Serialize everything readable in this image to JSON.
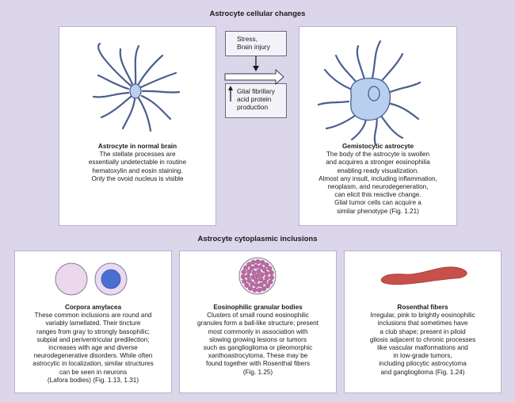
{
  "colors": {
    "background": "#dcd6eb",
    "cell_body": "#b9cff0",
    "cell_outline": "#4a5f8f",
    "corpora_fill": "#ecd8ec",
    "corpora_nucleus": "#4a6fd0",
    "granule": "#b86aa0",
    "rosenthal": "#c8504a"
  },
  "top_title": "Astrocyte cellular changes",
  "normal": {
    "head": "Astrocyte in normal brain",
    "lines": [
      "The stellate processes are",
      "essentially undetectable in routine",
      "hematoxylin and eosin staining.",
      "Only the ovoid nucleus is visible"
    ]
  },
  "flow": {
    "stress_lines": [
      "Stress,",
      "Brain injury"
    ],
    "gfap_lines": [
      "Glial fibrillary",
      "acid protein",
      "production"
    ]
  },
  "gemistocytic": {
    "head": "Gemistocytic astrocyte",
    "lines": [
      "The body of the astrocyte is swollen",
      "and acquires a stronger eosinophilia",
      "enabling ready visualization.",
      "Almost any insult, including inflammation,",
      "neoplasm, and neurodegeneration,",
      "can elicit this reactive change.",
      "Glial tumor cells can acquire a",
      "similar phenotype (Fig. 1.21)"
    ]
  },
  "bottom_title": "Astrocyte cytoplasmic inclusions",
  "corpora": {
    "head": "Corpora amylacea",
    "lines": [
      "These common inclusions are round and",
      "variably lamellated. Their tincture",
      "ranges from gray to strongly basophilic;",
      "subpial and periventricular predilection;",
      "increases with age and diverse",
      "neurodegenerative disorders. While often",
      "astrocytic in localization, similar structures",
      "can be seen in neurons",
      "(Lafora bodies) (Fig. 1.13, 1.31)"
    ]
  },
  "eosinophilic": {
    "head": "Eosinophilic granular bodies",
    "lines": [
      "Clusters of small round eosinophilic",
      "granules form a ball-like structure; present",
      "most commonly in association with",
      "slowing growing lesions or tumors",
      "such as ganglioglioma or pleomorphic",
      "xanthoastrocytoma. These may be",
      "found together with Rosenthal fibers",
      "(Fig. 1.25)"
    ]
  },
  "rosenthal": {
    "head": "Rosenthal fibers",
    "lines": [
      "Irregular, pink to brightly eosinophilic",
      "inclusions that sometimes have",
      "a club shape; present in piloid",
      "gliosis adjacent to chronic processes",
      "like vascular malformations and",
      "in low-grade tumors,",
      "including pilocytic astrocytoma",
      "and ganglioglioma (Fig. 1.24)"
    ]
  }
}
